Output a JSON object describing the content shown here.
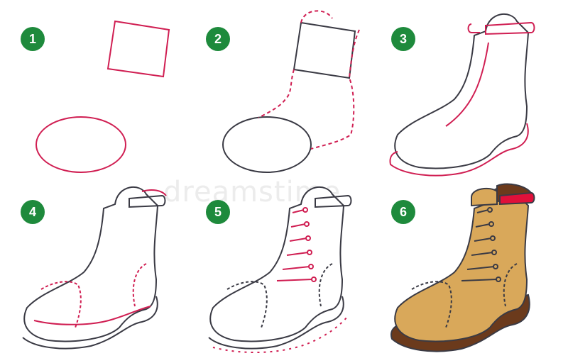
{
  "steps": [
    {
      "number": "1"
    },
    {
      "number": "2"
    },
    {
      "number": "3"
    },
    {
      "number": "4"
    },
    {
      "number": "5"
    },
    {
      "number": "6"
    }
  ],
  "watermark": "dreamstime",
  "colors": {
    "badge": "#1e8a3c",
    "outline": "#3a3a44",
    "new_stroke": "#d01e52",
    "boot_leather": "#d9a85a",
    "boot_sole": "#6b3a1c",
    "boot_collar": "#e0103a"
  }
}
